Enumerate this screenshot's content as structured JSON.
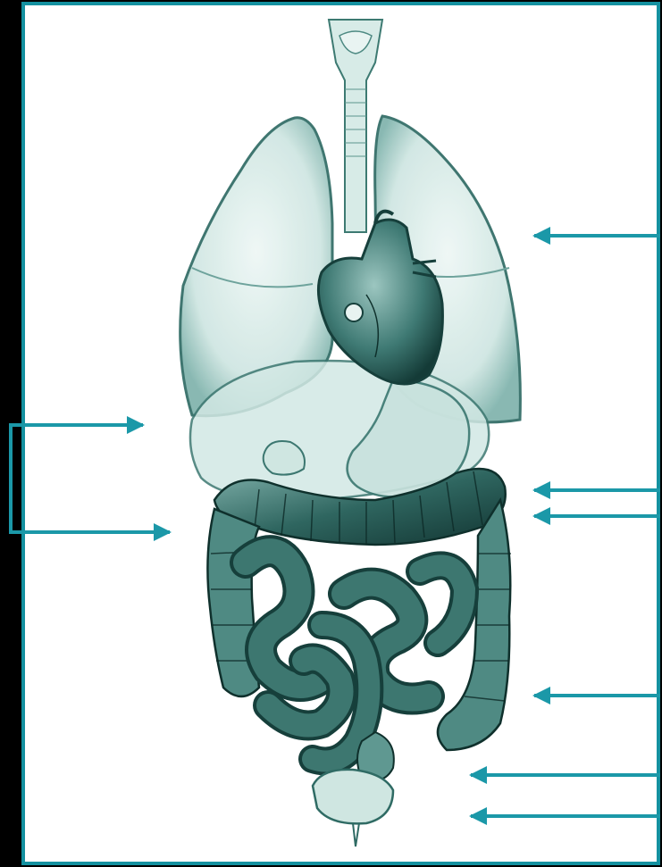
{
  "diagram": {
    "colors": {
      "frame": "#1491a0",
      "arrow": "#1b98a8",
      "background": "#ffffff",
      "left_strip": "#000000",
      "organ_fill": "#bfe0da",
      "organ_dark": "#1f4d48",
      "organ_mid": "#5f9891"
    },
    "arrows": [
      {
        "name": "lungs-arrow",
        "side": "right"
      },
      {
        "name": "stomach-arrow",
        "side": "right"
      },
      {
        "name": "transverse-colon-arrow",
        "side": "right"
      },
      {
        "name": "large-intestine-arrow",
        "side": "right"
      },
      {
        "name": "rectum-arrow",
        "side": "right"
      },
      {
        "name": "bladder-arrow",
        "side": "right"
      },
      {
        "name": "liver-arrow",
        "side": "left"
      },
      {
        "name": "gallbladder-arrow",
        "side": "left"
      }
    ]
  }
}
